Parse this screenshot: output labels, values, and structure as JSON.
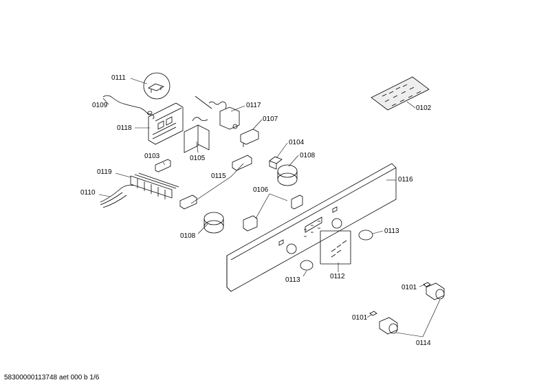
{
  "callouts": {
    "c0111": "0111",
    "c0109": "0109",
    "c0118": "0118",
    "c0117": "0117",
    "c0107": "0107",
    "c0104": "0104",
    "c0108a": "0108",
    "c0103": "0103",
    "c0105": "0105",
    "c0119": "0119",
    "c0115": "0115",
    "c0110": "0110",
    "c0106": "0106",
    "c0116": "0116",
    "c0108b": "0108",
    "c0113a": "0113",
    "c0113b": "0113",
    "c0112": "0112",
    "c0101a": "0101",
    "c0101b": "0101",
    "c0114": "0114",
    "c0102": "0102"
  },
  "footer": {
    "document_id": "58300000113748 aet 000 b 1/6"
  }
}
